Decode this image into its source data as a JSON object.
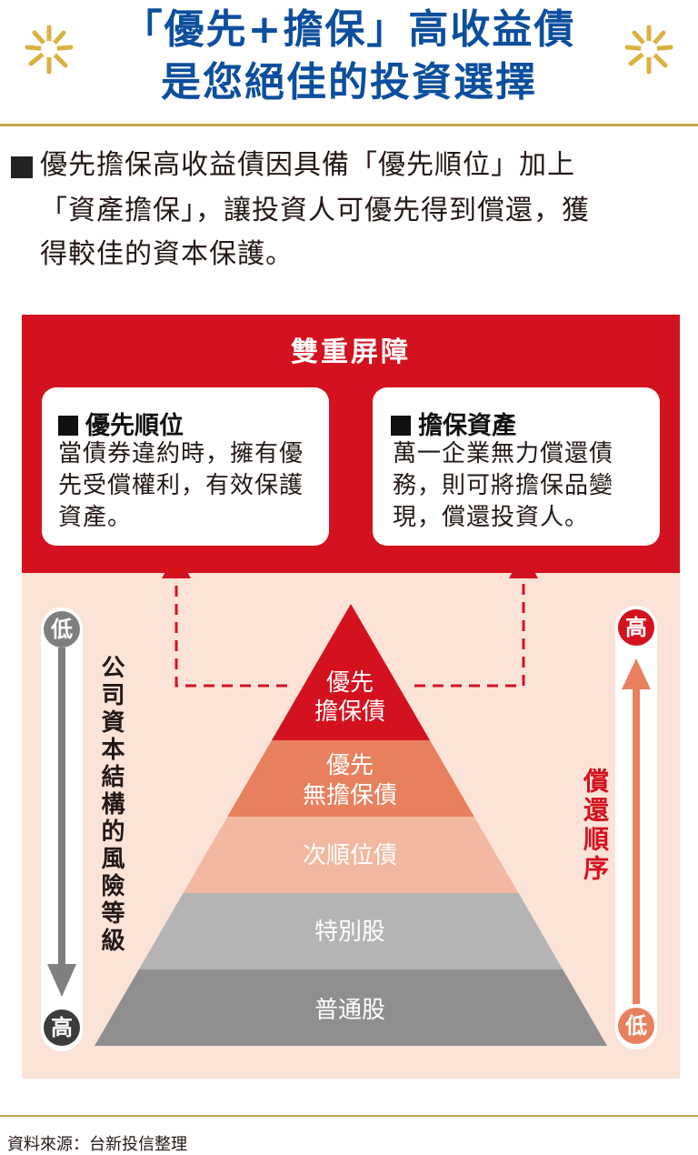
{
  "header": {
    "title_line1": "「優先+擔保」高收益債",
    "title_line2": "是您絕佳的投資選擇"
  },
  "intro": {
    "line1": "優先擔保高收益債因具備「優先順位」加上",
    "line2": "「資產擔保」，讓投資人可優先得到償還，獲",
    "line3": "得較佳的資本保護。"
  },
  "diagram": {
    "panel_title": "雙重屏障",
    "cards": [
      {
        "heading": "優先順位",
        "lines": [
          "當債券違約時，擁有優",
          "先受償權利，有效保護",
          "資產。"
        ]
      },
      {
        "heading": "擔保資產",
        "lines": [
          "萬一企業無力償還債",
          "務，則可將擔保品變",
          "現，償還投資人。"
        ]
      }
    ],
    "layers": [
      {
        "lines": [
          "優先",
          "擔保債"
        ],
        "color": "#d4121f",
        "text_color": "#ffffff"
      },
      {
        "lines": [
          "優先",
          "無擔保債"
        ],
        "color": "#e8805e",
        "text_color": "#ffffff"
      },
      {
        "lines": [
          "次順位債"
        ],
        "color": "#f2b8a0",
        "text_color": "#ffffff"
      },
      {
        "lines": [
          "特別股"
        ],
        "color": "#b4b4b4",
        "text_color": "#ffffff"
      },
      {
        "lines": [
          "普通股"
        ],
        "color": "#8f8f8f",
        "text_color": "#ffffff"
      }
    ],
    "left_axis": {
      "top_circle": "低",
      "bottom_circle": "高",
      "label": "公司資本結構的風險等級",
      "color": "#7f7f7f"
    },
    "right_axis": {
      "top_circle": "高",
      "bottom_circle": "低",
      "label": "償還順序",
      "top_color": "#d4121f",
      "bottom_color": "#e8805e",
      "label_color": "#d4121f"
    }
  },
  "footer": {
    "source": "資料來源：台新投信整理"
  }
}
